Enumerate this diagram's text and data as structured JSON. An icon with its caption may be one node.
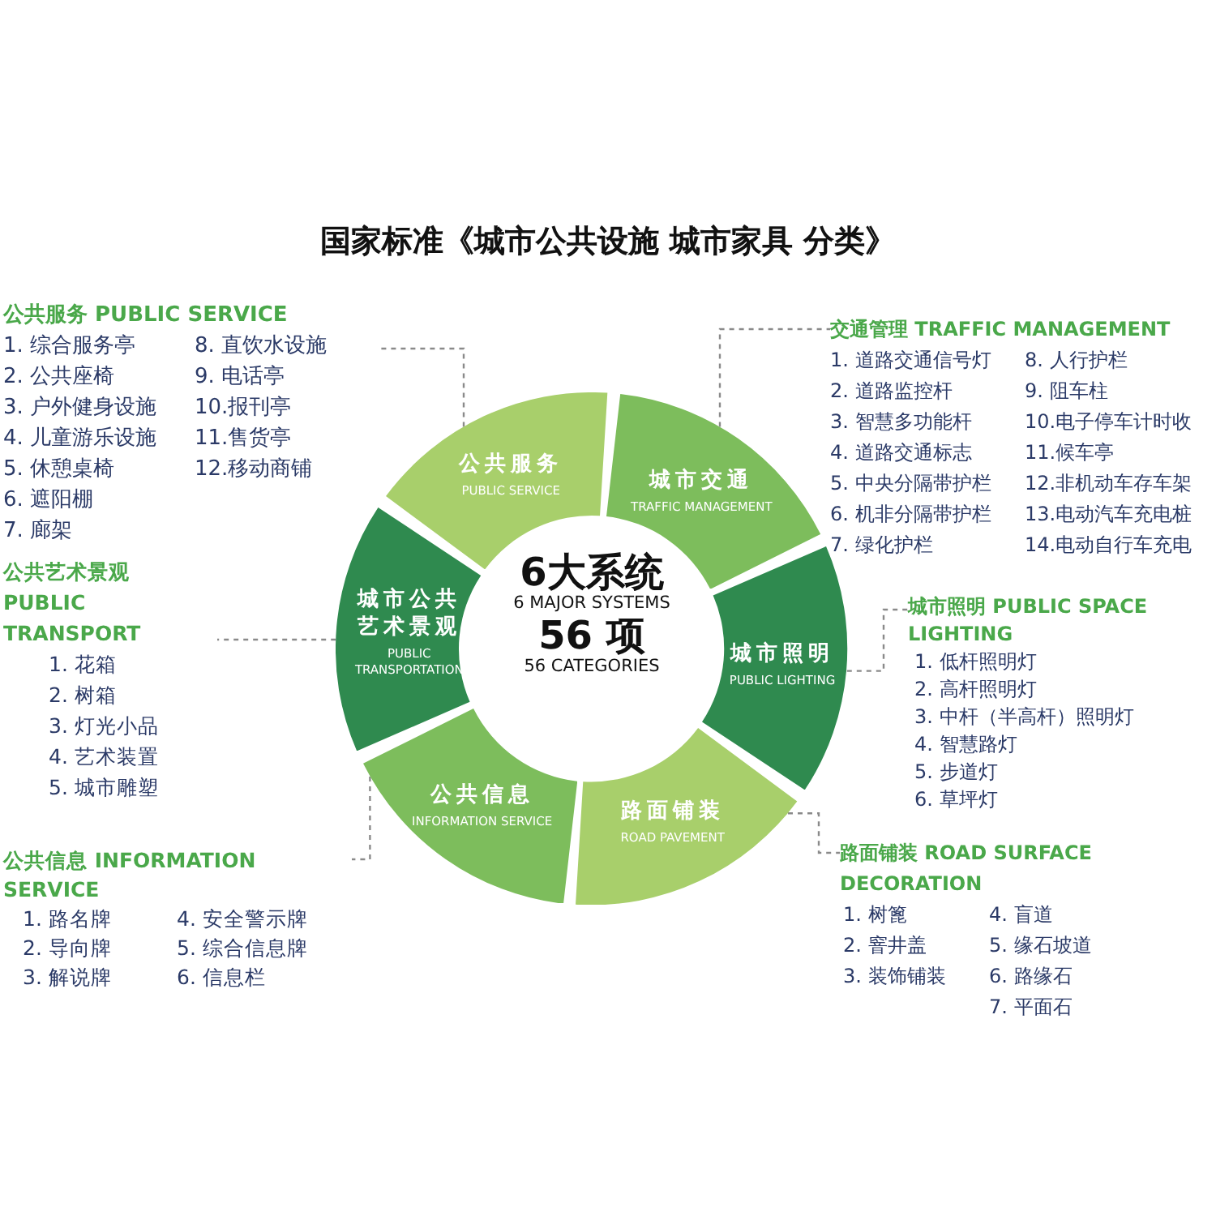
{
  "diagram": {
    "title": "国家标准《城市公共设施 城市家具 分类》",
    "nodes": [
      {
        "text": [
          "6大系统",
          "6 MAJOR SYSTEMS",
          "56 项",
          "56 CATEGORIES"
        ]
      },
      {
        "text": [
          "公共服务",
          "PUBLIC SERVICE"
        ]
      },
      {
        "text": [
          "城市交通",
          "TRAFFIC MANAGEMENT"
        ]
      },
      {
        "text": [
          "城市照明",
          "PUBLIC LIGHTING"
        ]
      },
      {
        "text": [
          "路面铺装",
          "ROAD PAVEMENT"
        ]
      },
      {
        "text": [
          "公共信息",
          "INFORMATION SERVICE"
        ]
      },
      {
        "text": [
          "城市公共艺术景观",
          "PUBLIC TRANSPORTATION"
        ]
      },
      {
        "text": [
          "公共服务 PUBLIC SERVICE",
          "1. 综合服务亭",
          "2. 公共座椅",
          "3. 户外健身设施",
          "4. 儿童游乐设施",
          "5. 休憩桌椅",
          "6. 遮阳棚",
          "7. 廊架",
          "8. 直饮水设施",
          "9. 电话亭",
          "10.报刊亭",
          "11.售货亭",
          "12.移动商铺"
        ]
      },
      {
        "text": [
          "交通管理 TRAFFIC MANAGEMENT",
          "1. 道路交通信号灯",
          "2. 道路监控杆",
          "3. 智慧多功能杆",
          "4. 道路交通标志",
          "5. 中央分隔带护栏",
          "6. 机非分隔带护栏",
          "7. 绿化护栏",
          "8. 人行护栏",
          "9. 阻车柱",
          "10.电子停车计时收",
          "11.候车亭",
          "12.非机动车存车架",
          "13.电动汽车充电桩",
          "14.电动自行车充电"
        ]
      },
      {
        "text": [
          "城市照明 PUBLIC SPACE LIGHTING",
          "1. 低杆照明灯",
          "2. 高杆照明灯",
          "3. 中杆（半高杆）照明灯",
          "4. 智慧路灯",
          "5. 步道灯",
          "6. 草坪灯"
        ]
      },
      {
        "text": [
          "路面铺装 ROAD SURFACE DECORATION",
          "1. 树篦",
          "2. 窨井盖",
          "3. 装饰铺装",
          "4. 盲道",
          "5. 缘石坡道",
          "6. 路缘石",
          "7. 平面石"
        ]
      },
      {
        "text": [
          "公共信息 INFORMATION SERVICE",
          "1. 路名牌",
          "2. 导向牌",
          "3. 解说牌",
          "4. 安全警示牌",
          "5. 综合信息牌",
          "6. 信息栏"
        ]
      },
      {
        "text": [
          "公共艺术景观 PUBLIC TRANSPORT",
          "1. 花箱",
          "2. 树箱",
          "3. 灯光小品",
          "4. 艺术装置",
          "5. 城市雕塑"
        ]
      }
    ],
    "edges": [
      {
        "from": 1,
        "to": 7,
        "arrow": "none",
        "style": "dashed"
      },
      {
        "from": 2,
        "to": 8,
        "arrow": "none",
        "style": "dashed"
      },
      {
        "from": 3,
        "to": 9,
        "arrow": "none",
        "style": "dashed"
      },
      {
        "from": 4,
        "to": 10,
        "arrow": "none",
        "style": "dashed"
      },
      {
        "from": 5,
        "to": 11,
        "arrow": "none",
        "style": "dashed"
      },
      {
        "from": 6,
        "to": 12,
        "arrow": "none",
        "style": "dashed"
      }
    ]
  }
}
